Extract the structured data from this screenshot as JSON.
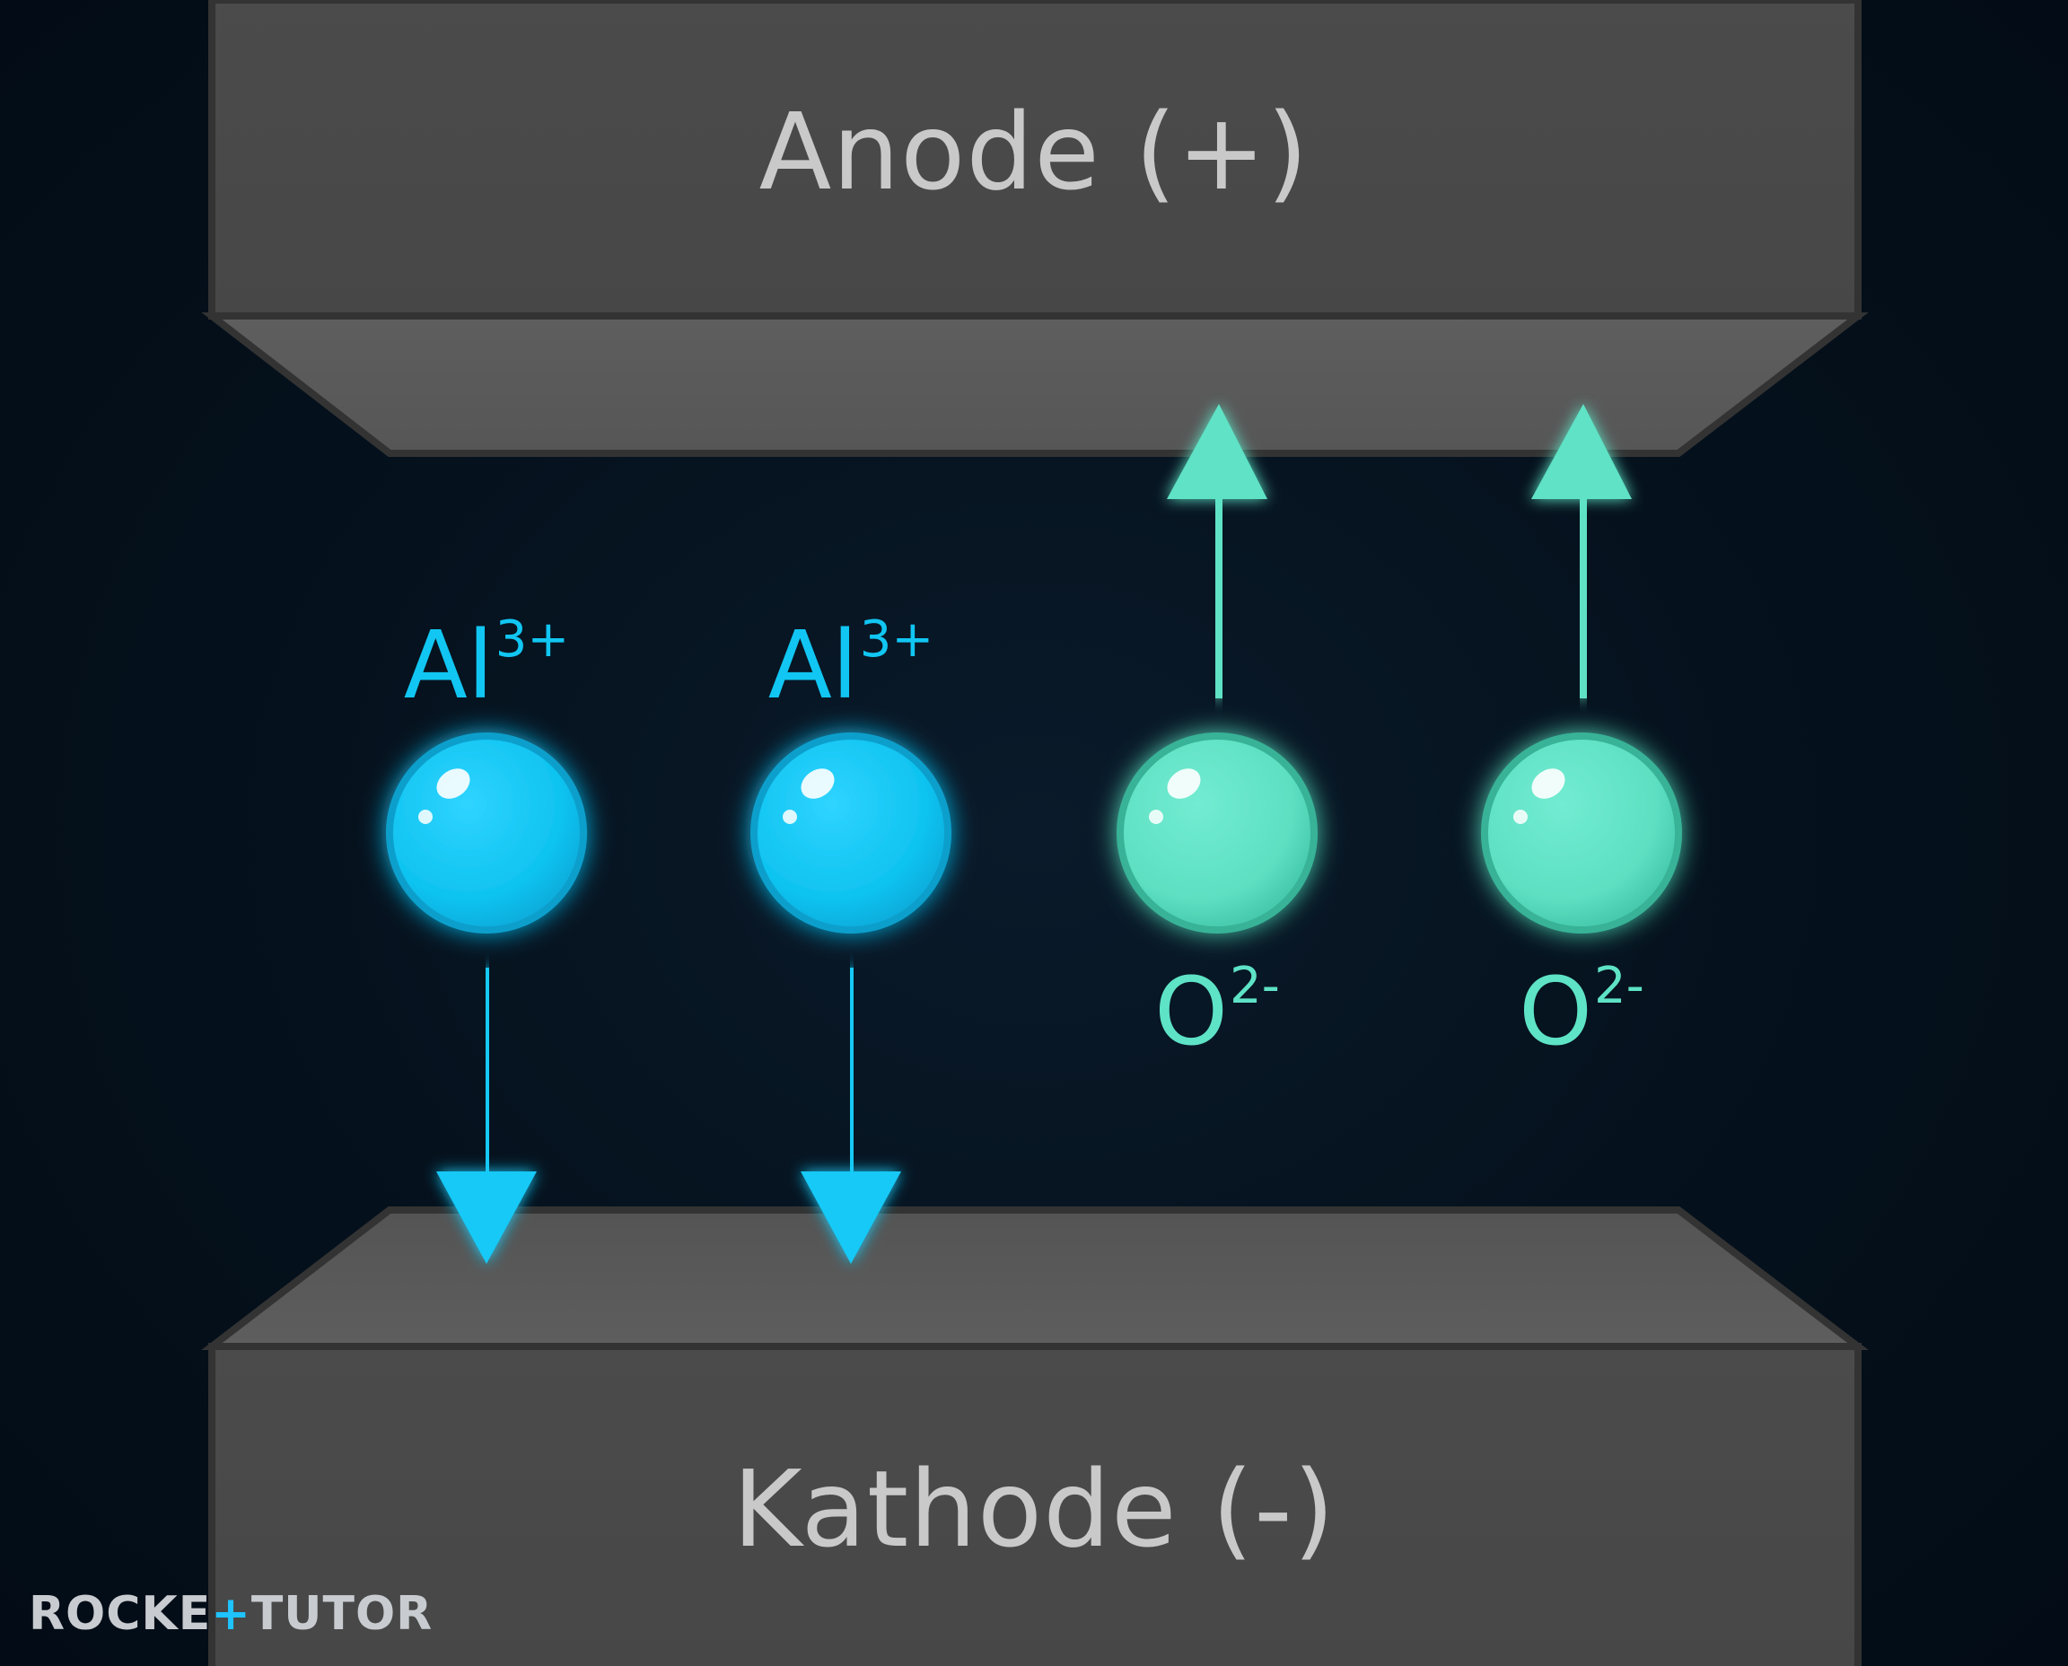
{
  "anode": {
    "label": "Anode (+)"
  },
  "cathode": {
    "label": "Kathode (-)"
  },
  "ions": [
    {
      "element": "Al",
      "charge": "3+",
      "direction": "down",
      "color": "#11c6f2"
    },
    {
      "element": "Al",
      "charge": "3+",
      "direction": "down",
      "color": "#11c6f2"
    },
    {
      "element": "O",
      "charge": "2-",
      "direction": "up",
      "color": "#5ee3c6"
    },
    {
      "element": "O",
      "charge": "2-",
      "direction": "up",
      "color": "#5ee3c6"
    }
  ],
  "logo": {
    "part1": "ROCKE",
    "part2": "+",
    "part3": "TUTOR"
  },
  "colors": {
    "background": "#04101b",
    "electrode": "#4a4a4a",
    "aluminum": "#11c6f2",
    "oxygen": "#5ee3c6"
  }
}
